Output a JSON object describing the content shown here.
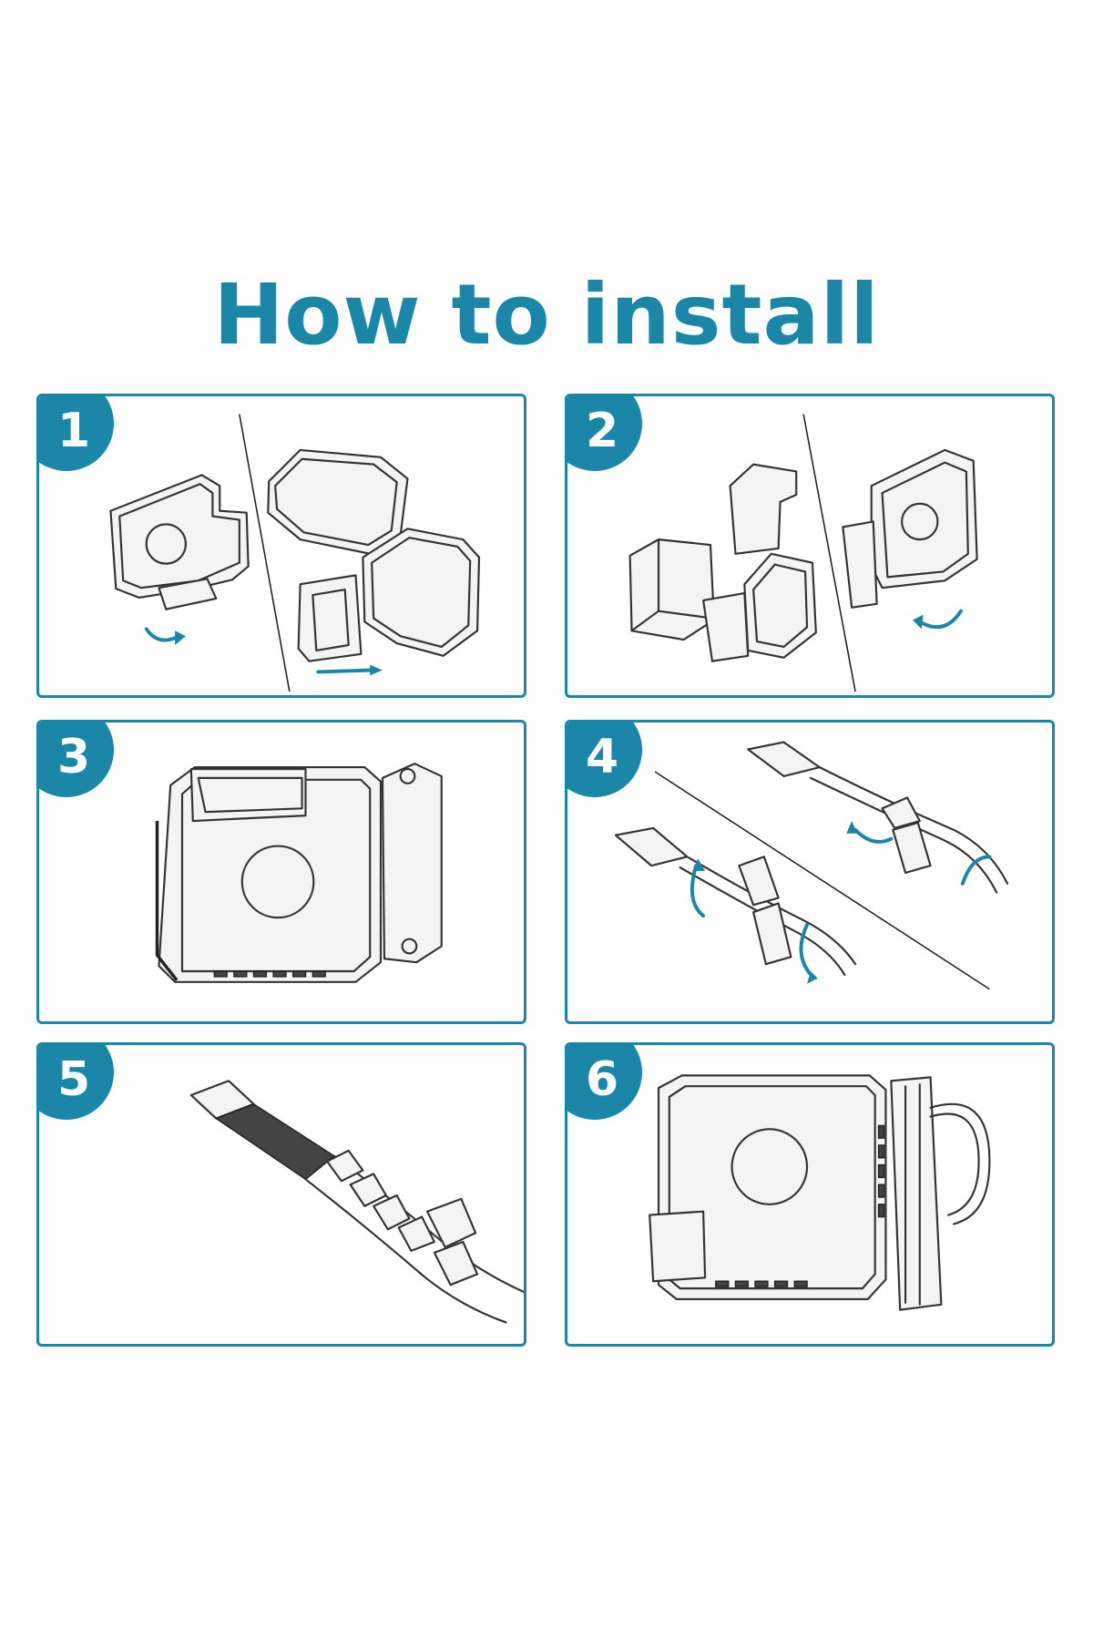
{
  "title": "How to install",
  "accent_color": "#1a86a8",
  "steps": [
    {
      "number": "1"
    },
    {
      "number": "2"
    },
    {
      "number": "3"
    },
    {
      "number": "4"
    },
    {
      "number": "5"
    },
    {
      "number": "6"
    }
  ]
}
